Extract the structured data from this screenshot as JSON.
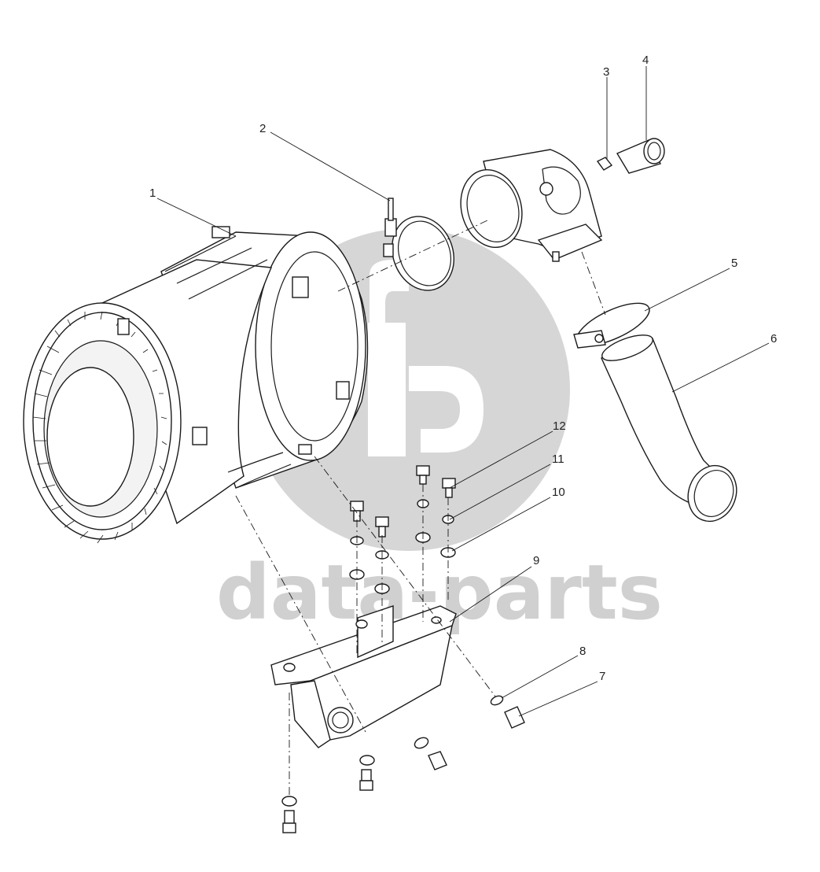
{
  "watermark": {
    "text": "data-parts",
    "color": "#d0d0d0"
  },
  "callouts": [
    {
      "id": "1",
      "label": "1"
    },
    {
      "id": "2",
      "label": "2"
    },
    {
      "id": "3",
      "label": "3"
    },
    {
      "id": "4",
      "label": "4"
    },
    {
      "id": "5",
      "label": "5"
    },
    {
      "id": "6",
      "label": "6"
    },
    {
      "id": "7",
      "label": "7"
    },
    {
      "id": "8",
      "label": "8"
    },
    {
      "id": "9",
      "label": "9"
    },
    {
      "id": "10",
      "label": "10"
    },
    {
      "id": "11",
      "label": "11"
    },
    {
      "id": "12",
      "label": "12"
    }
  ],
  "colors": {
    "line": "#1a1a1a",
    "watermark": "#d0d0d0",
    "background": "#ffffff"
  }
}
